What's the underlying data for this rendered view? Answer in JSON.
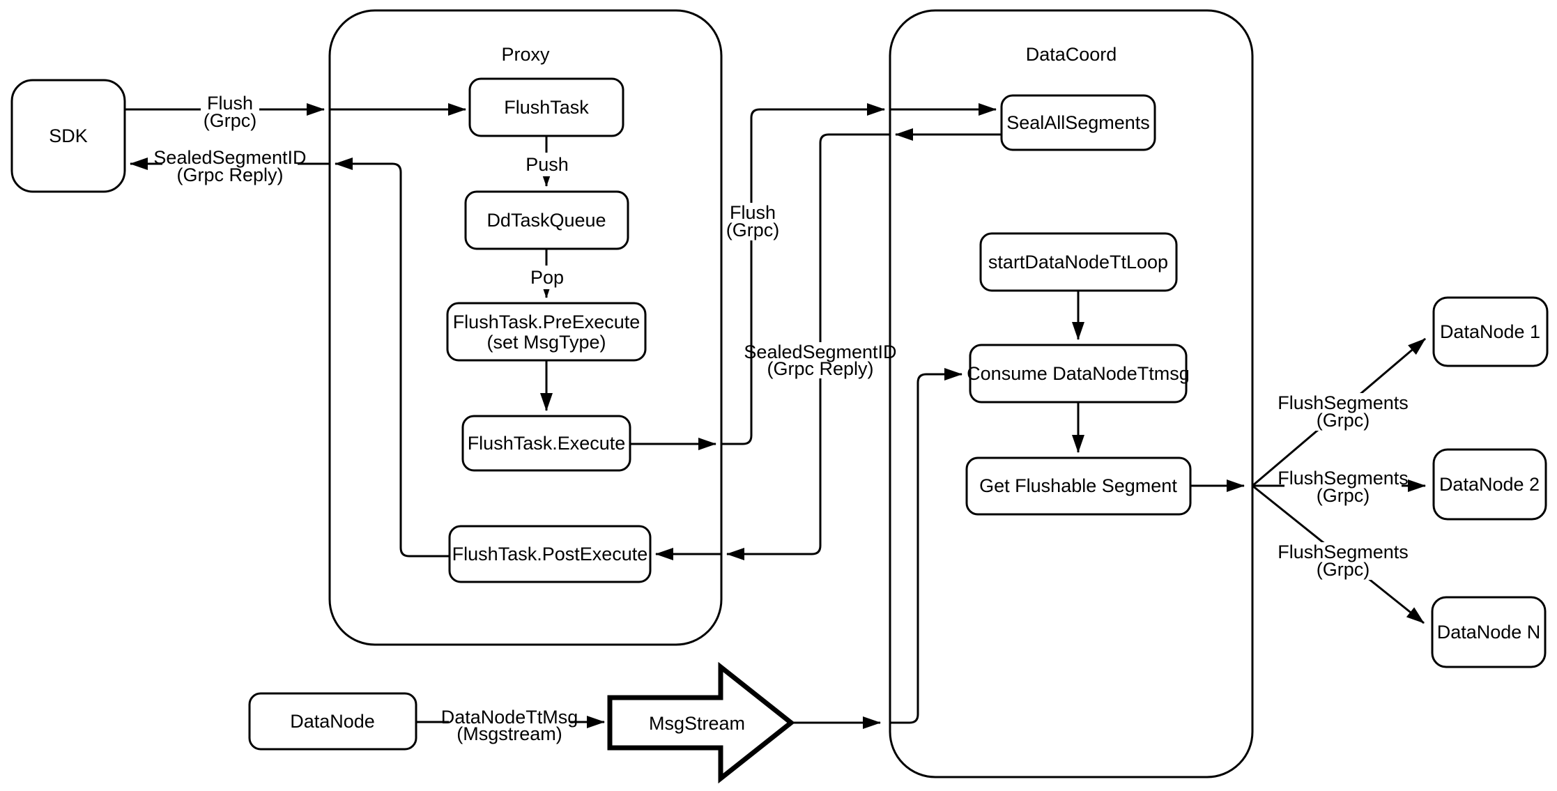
{
  "containers": {
    "proxy": "Proxy",
    "datacoord": "DataCoord"
  },
  "nodes": {
    "sdk": "SDK",
    "flush_task": "FlushTask",
    "dd_task_queue": "DdTaskQueue",
    "pre_execute_1": "FlushTask.PreExecute",
    "pre_execute_2": "(set MsgType)",
    "execute": "FlushTask.Execute",
    "post_execute": "FlushTask.PostExecute",
    "seal_all_segments": "SealAllSegments",
    "start_datanode_tt_loop": "startDataNodeTtLoop",
    "consume_datanode_ttmsg": "Consume DataNodeTtmsg",
    "get_flushable_segment": "Get Flushable Segment",
    "datanode_1": "DataNode 1",
    "datanode_2": "DataNode 2",
    "datanode_n": "DataNode N",
    "datanode": "DataNode",
    "msgstream": "MsgStream"
  },
  "edge_labels": {
    "flush_sdk_1": "Flush",
    "flush_sdk_2": "(Grpc)",
    "sealed_sdk_1": "SealedSegmentID",
    "sealed_sdk_2": "(Grpc Reply)",
    "push": "Push",
    "pop": "Pop",
    "flush_dc_1": "Flush",
    "flush_dc_2": "(Grpc)",
    "sealed_dc_1": "SealedSegmentID",
    "sealed_dc_2": "(Grpc Reply)",
    "flush_segments_1a": "FlushSegments",
    "flush_segments_1b": "(Grpc)",
    "flush_segments_2a": "FlushSegments",
    "flush_segments_2b": "(Grpc)",
    "flush_segments_3a": "FlushSegments",
    "flush_segments_3b": "(Grpc)",
    "datanode_tt_1": "DataNodeTtMsg",
    "datanode_tt_2": "(Msgstream)"
  },
  "colors": {
    "line": "#000000",
    "background": "#ffffff",
    "box_fill": "#ffffff"
  }
}
